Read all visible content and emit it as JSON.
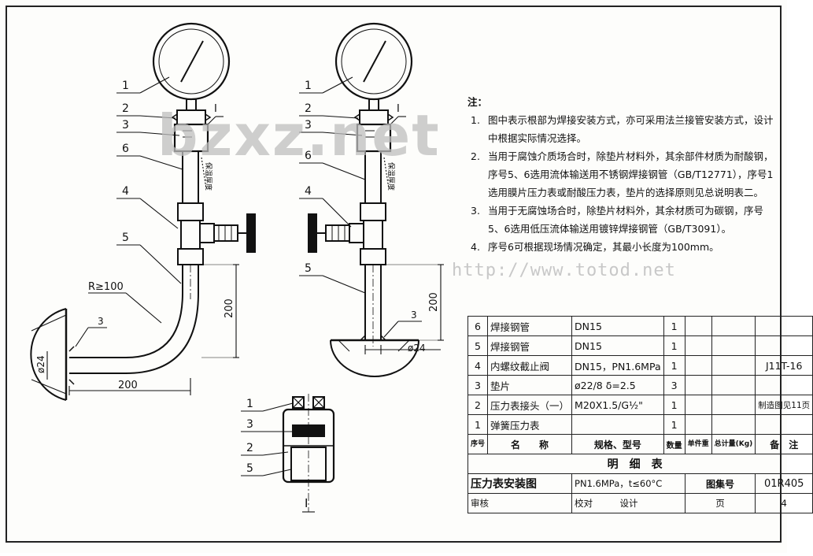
{
  "watermark": {
    "logo": "bzxz.net",
    "url": "http://www.totod.net"
  },
  "notes": {
    "heading": "注：",
    "items": [
      {
        "num": "1.",
        "text": "图中表示根部为焊接安装方式，亦可采用法兰接管安装方式，设计中根据实际情况选择。"
      },
      {
        "num": "2.",
        "text": "当用于腐蚀介质场合时，除垫片材料外，其余部件材质为耐酸钢，序号5、6选用流体输送用不锈钢焊接钢管（GB/T12771），序号1选用膜片压力表或耐酸压力表，垫片的选择原则见总说明表二。"
      },
      {
        "num": "3.",
        "text": "当用于无腐蚀场合时，除垫片材料外，其余材质可为碳钢，序号5、6选用低压流体输送用镀锌焊接钢管（GB/T3091）。"
      },
      {
        "num": "4.",
        "text": "序号6可根据现场情况确定，其最小长度为100mm。"
      }
    ]
  },
  "drawing": {
    "part_numbers_left": [
      "1",
      "2",
      "3",
      "6",
      "4",
      "5"
    ],
    "part_numbers_right": [
      "1",
      "2",
      "3",
      "6",
      "4",
      "5"
    ],
    "part_numbers_detail": [
      "1",
      "3",
      "2",
      "5"
    ],
    "section_mark": "I",
    "dim_bend_radius": "R≥100",
    "dim_200_vertical_left": "200",
    "dim_200_horizontal": "200",
    "dim_200_vertical_right": "200",
    "dim_dia_24": "ø24",
    "weld_symbol": "3",
    "insulation_label": "保温厚度"
  },
  "bom": {
    "rows": [
      {
        "no": "6",
        "name": "焊接钢管",
        "spec": "DN15",
        "qty": "1",
        "remark": ""
      },
      {
        "no": "5",
        "name": "焊接钢管",
        "spec": "DN15",
        "qty": "1",
        "remark": ""
      },
      {
        "no": "4",
        "name": "内螺纹截止阀",
        "spec": "DN15，PN1.6MPa",
        "qty": "1",
        "remark": "J11T-16"
      },
      {
        "no": "3",
        "name": "垫片",
        "spec": "ø22/8  δ=2.5",
        "qty": "3",
        "remark": ""
      },
      {
        "no": "2",
        "name": "压力表接头（一）",
        "spec": "M20X1.5/G½\"",
        "qty": "1",
        "remark": "制造图见11页"
      },
      {
        "no": "1",
        "name": "弹簧压力表",
        "spec": "",
        "qty": "1",
        "remark": ""
      }
    ],
    "header": {
      "no": "序号",
      "name": "名　　称",
      "spec": "规格、型号",
      "qty": "数量",
      "unit": "单件重",
      "total": "总计量(Kg)",
      "remark": "备　注"
    },
    "title": "明细表",
    "drawing_name": "压力表安装图",
    "drawing_condition": "PN1.6MPa，t≤60°C",
    "atlas_label": "图集号",
    "atlas_no": "01R405",
    "sign": {
      "review": "审核",
      "check": "校对",
      "design": "设计",
      "page_label": "页",
      "page": "4"
    }
  }
}
